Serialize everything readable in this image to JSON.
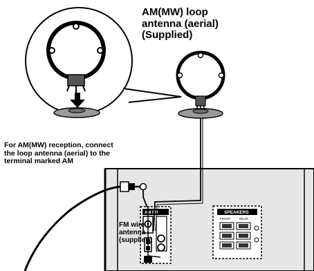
{
  "labels": {
    "am_antenna": "AM(MW) loop\nantenna (aerial)\n(Supplied)",
    "connect_note": "For AM(MW) reception, connect\nthe loop antenna (aerial) to the\nterminal marked AM",
    "fm_antenna": "FM wire\nantenna\n(supplied)"
  },
  "panel_text": {
    "am_fm_block": "AM FM",
    "speakers_block": "SPEAKERS",
    "speaker_front": "FRONT",
    "speaker_rear": "REAR"
  },
  "colors": {
    "ink": "#000000",
    "panel": "#e6e6e6",
    "base": "#9a9a9a"
  }
}
